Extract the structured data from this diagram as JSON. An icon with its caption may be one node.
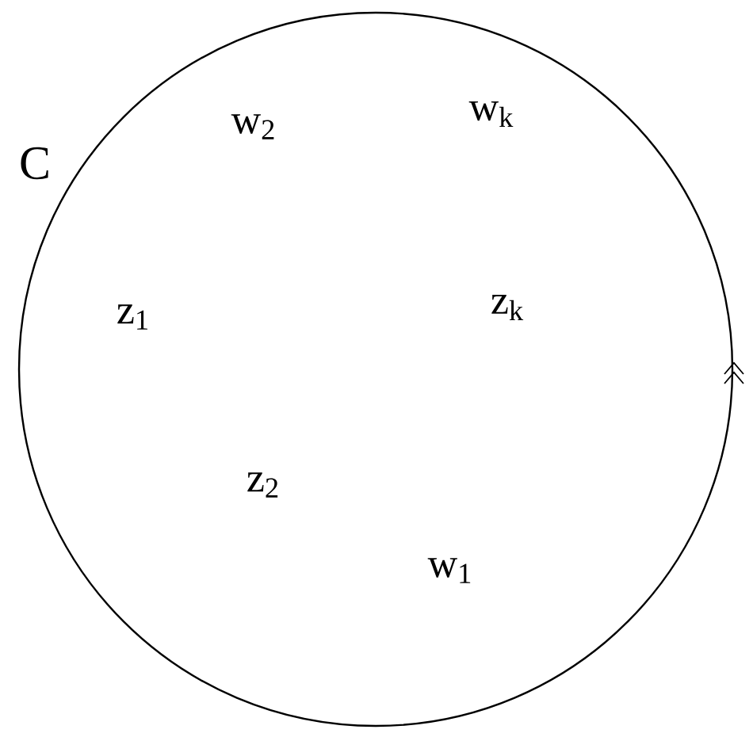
{
  "diagram": {
    "nodes": [
      {
        "text": [
          "C"
        ]
      }
    ],
    "edges": [],
    "labels": [
      "w$_{2}$",
      "w$_{k}$",
      "z$_{1}$",
      "z$_{k}$",
      "z$_{2}$",
      "w$_{1}$"
    ]
  }
}
